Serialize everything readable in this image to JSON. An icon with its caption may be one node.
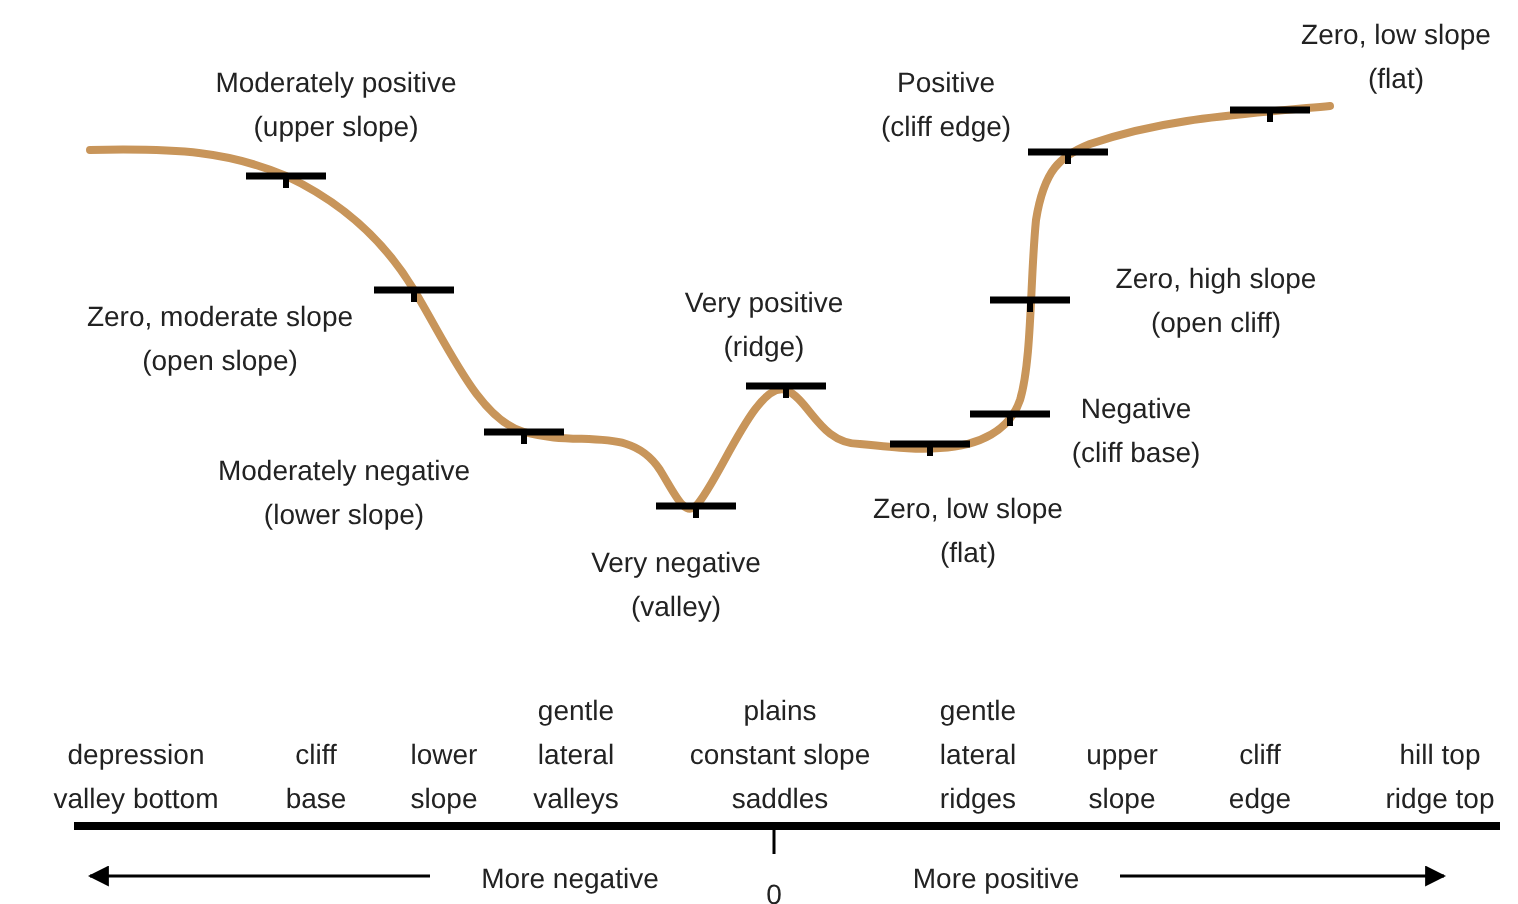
{
  "diagram": {
    "labels": [
      "Zero, low slope (flat)",
      "Positive (cliff edge)",
      "Moderately positive (upper slope)",
      "Zero, high slope (open cliff)",
      "Very positive (ridge)",
      "Zero, moderate slope (open slope)",
      "Negative (cliff base)",
      "Moderately negative (lower slope)",
      "Zero, low slope (flat)",
      "Very negative (valley)",
      "depression valley bottom",
      "cliff base",
      "lower slope",
      "gentle lateral valleys",
      "plains constant slope saddles",
      "gentle lateral ridges",
      "upper slope",
      "cliff edge",
      "hill top ridge top",
      "More negative",
      "0",
      "More positive"
    ]
  }
}
